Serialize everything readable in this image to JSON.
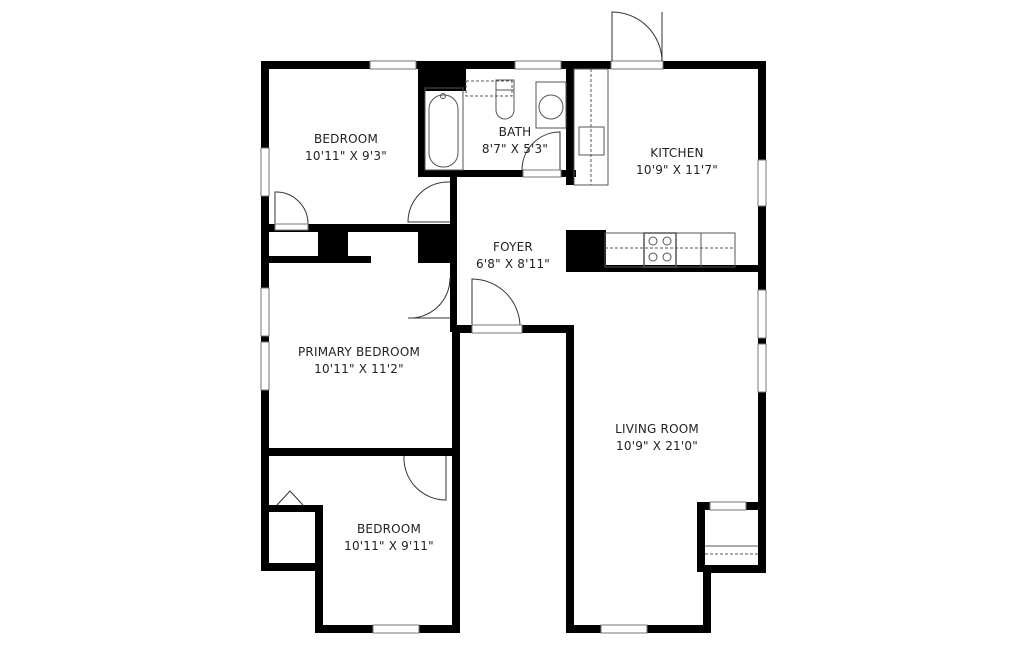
{
  "floorplan": {
    "rooms": [
      {
        "id": "bedroom-1",
        "name": "BEDROOM",
        "dims": "10'11\" X 9'3\""
      },
      {
        "id": "bath",
        "name": "BATH",
        "dims": "8'7\" X 5'3\""
      },
      {
        "id": "kitchen",
        "name": "KITCHEN",
        "dims": "10'9\" X 11'7\""
      },
      {
        "id": "foyer",
        "name": "FOYER",
        "dims": "6'8\" X 8'11\""
      },
      {
        "id": "primary-bedroom",
        "name": "PRIMARY BEDROOM",
        "dims": "10'11\" X 11'2\""
      },
      {
        "id": "bedroom-2",
        "name": "BEDROOM",
        "dims": "10'11\" X 9'11\""
      },
      {
        "id": "living-room",
        "name": "LIVING ROOM",
        "dims": "10'9\" X 21'0\""
      }
    ],
    "colors": {
      "wall": "#000000",
      "fixture": "#555555",
      "background": "#ffffff"
    }
  }
}
